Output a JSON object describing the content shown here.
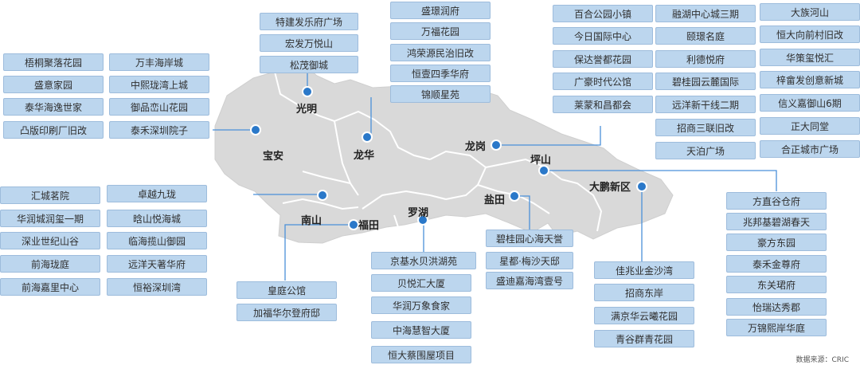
{
  "districts": {
    "guangming": "光明",
    "baoan": "宝安",
    "longhua": "龙华",
    "longgang": "龙岗",
    "pingshan": "坪山",
    "dapeng": "大鹏新区",
    "yantian": "盐田",
    "luohu": "罗湖",
    "futian": "福田",
    "nanshan": "南山"
  },
  "projects": {
    "guangming": [
      "特建发乐府广场",
      "宏发万悦山",
      "松茂御城"
    ],
    "baoan_left": [
      "梧桐聚落花园",
      "盛意家园",
      "泰华海逸世家",
      "凸版印刷厂旧改"
    ],
    "baoan_right": [
      "万丰海岸城",
      "中熙珑湾上城",
      "御品峦山花园",
      "泰禾深圳院子"
    ],
    "longhua": [
      "盛璟润府",
      "万福花园",
      "鸿荣源民治旧改",
      "恒壹四季华府",
      "锦顺星苑"
    ],
    "longgang_col1": [
      "百合公园小镇",
      "今日国际中心",
      "保达誉都花园",
      "广豪时代公馆",
      "莱蒙和昌都会"
    ],
    "longgang_col2": [
      "融湖中心城三期",
      "颐璟名庭",
      "利德悦府",
      "碧桂园云麓国际",
      "远洋新干线二期",
      "招商三联旧改",
      "天泊广场"
    ],
    "longgang_col3": [
      "大族河山",
      "恒大向前村旧改",
      "华策玺悦汇",
      "梓畲发创意新城",
      "信义嘉御山6期",
      "正大同堂",
      "合正城市广场"
    ],
    "nanshan_left": [
      "汇城茗院",
      "华润城润玺一期",
      "深业世纪山谷",
      "前海珑庭",
      "前海嘉里中心"
    ],
    "nanshan_right": [
      "卓越九珑",
      "晗山悦海城",
      "临海揽山御园",
      "远洋天著华府",
      "恒裕深圳湾"
    ],
    "futian": [
      "皇庭公馆",
      "加福华尔登府邸"
    ],
    "luohu": [
      "京基水贝洪湖苑",
      "贝悦汇大厦",
      "华润万象食家",
      "中海慧智大厦",
      "恒大蔡围屋项目"
    ],
    "yantian": [
      "碧桂园心海天誉",
      "星都·梅沙天邸",
      "盛迪嘉海湾壹号"
    ],
    "dapeng": [
      "佳兆业金沙湾",
      "招商东岸",
      "满京华云曦花园",
      "青谷群青花园"
    ],
    "pingshan": [
      "方直谷仓府",
      "兆邦基碧湖春天",
      "豪方东园",
      "泰禾金尊府",
      "东关珺府",
      "怡瑞达秀郡",
      "万锦熙岸华庭"
    ]
  },
  "source": "数据来源：CRIC",
  "colors": {
    "map_fill": "#d9d9d9",
    "map_border": "#ffffff",
    "box_fill": "#bcd6ee",
    "dot": "#2a78c9",
    "leader": "#4a90d9"
  }
}
